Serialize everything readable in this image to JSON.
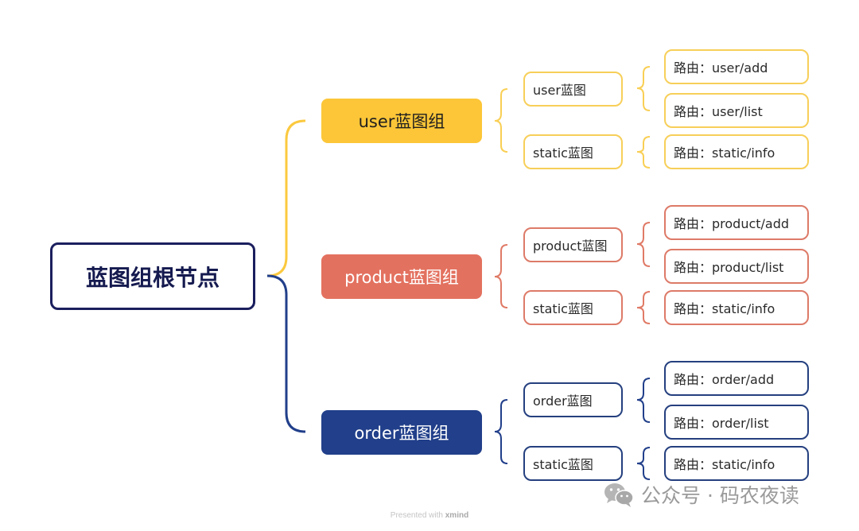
{
  "root": {
    "label": "蓝图组根节点"
  },
  "groups": [
    {
      "label": "user蓝图组",
      "blueprints": [
        {
          "label": "user蓝图",
          "routes": [
            "路由：user/add",
            "路由：user/list"
          ]
        },
        {
          "label": "static蓝图",
          "routes": [
            "路由：static/info"
          ]
        }
      ]
    },
    {
      "label": "product蓝图组",
      "blueprints": [
        {
          "label": "product蓝图",
          "routes": [
            "路由：product/add",
            "路由：product/list"
          ]
        },
        {
          "label": "static蓝图",
          "routes": [
            "路由：static/info"
          ]
        }
      ]
    },
    {
      "label": "order蓝图组",
      "blueprints": [
        {
          "label": "order蓝图",
          "routes": [
            "路由：order/add",
            "路由：order/list"
          ]
        },
        {
          "label": "static蓝图",
          "routes": [
            "路由：static/info"
          ]
        }
      ]
    }
  ],
  "colors": {
    "root_border": "#1b1f5e",
    "user": "#fcc638",
    "product": "#e3715f",
    "order": "#213f8a"
  },
  "watermark": {
    "icon": "wechat-icon",
    "text": "公众号 · 码农夜读"
  },
  "footer": {
    "prefix": "Presented with",
    "brand": "xmind"
  }
}
